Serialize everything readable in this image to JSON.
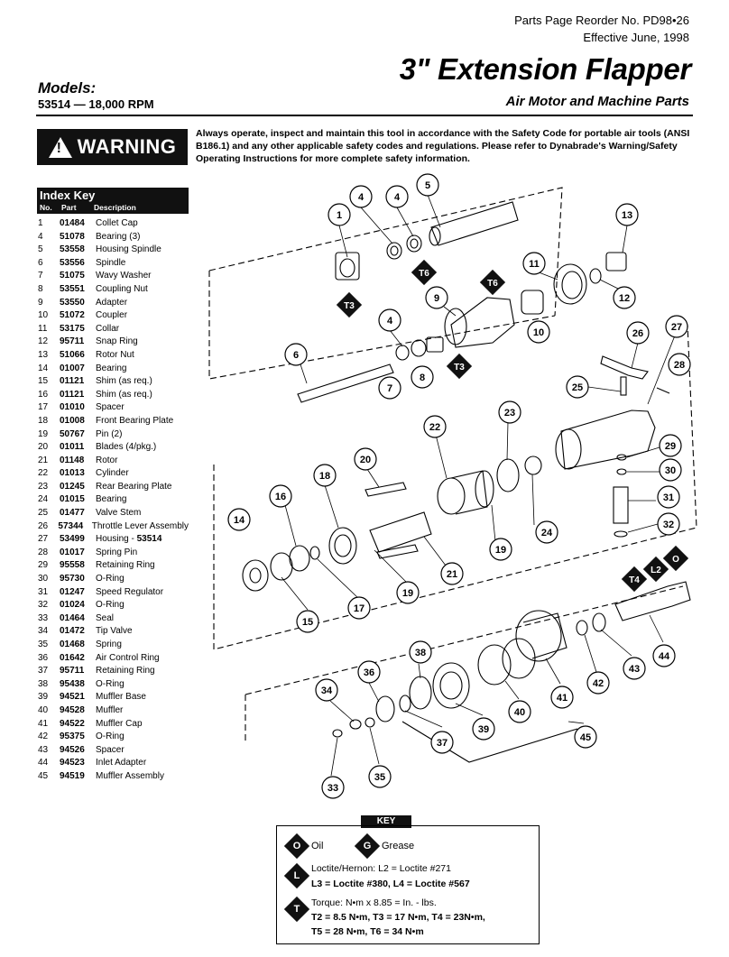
{
  "header": {
    "reorder": "Parts Page Reorder No. PD98•26",
    "effective": "Effective June, 1998",
    "title": "3\" Extension Flapper",
    "subtitle": "Air Motor and Machine Parts",
    "models_label": "Models:",
    "model_line": "53514 — 18,000 RPM"
  },
  "warning": {
    "label": "WARNING",
    "text": "Always operate, inspect and maintain this tool in accordance with the Safety Code for portable air tools (ANSI B186.1) and any other applicable safety codes and regulations.  Please refer to Dynabrade's Warning/Safety Operating Instructions for more complete safety information."
  },
  "index_key": {
    "title": "Index Key",
    "col_no": "No.",
    "col_part": "Part",
    "col_desc": "Description",
    "rows": [
      {
        "no": "1",
        "part": "01484",
        "desc": "Collet Cap"
      },
      {
        "no": "4",
        "part": "51078",
        "desc": "Bearing (3)"
      },
      {
        "no": "5",
        "part": "53558",
        "desc": "Housing Spindle"
      },
      {
        "no": "6",
        "part": "53556",
        "desc": "Spindle"
      },
      {
        "no": "7",
        "part": "51075",
        "desc": "Wavy Washer"
      },
      {
        "no": "8",
        "part": "53551",
        "desc": "Coupling Nut"
      },
      {
        "no": "9",
        "part": "53550",
        "desc": "Adapter"
      },
      {
        "no": "10",
        "part": "51072",
        "desc": "Coupler"
      },
      {
        "no": "11",
        "part": "53175",
        "desc": "Collar"
      },
      {
        "no": "12",
        "part": "95711",
        "desc": "Snap Ring"
      },
      {
        "no": "13",
        "part": "51066",
        "desc": "Rotor Nut"
      },
      {
        "no": "14",
        "part": "01007",
        "desc": "Bearing"
      },
      {
        "no": "15",
        "part": "01121",
        "desc": "Shim (as req.)"
      },
      {
        "no": "16",
        "part": "01121",
        "desc": "Shim (as req.)"
      },
      {
        "no": "17",
        "part": "01010",
        "desc": "Spacer"
      },
      {
        "no": "18",
        "part": "01008",
        "desc": "Front Bearing Plate"
      },
      {
        "no": "19",
        "part": "50767",
        "desc": "Pin (2)"
      },
      {
        "no": "20",
        "part": "01011",
        "desc": "Blades (4/pkg.)"
      },
      {
        "no": "21",
        "part": "01148",
        "desc": "Rotor"
      },
      {
        "no": "22",
        "part": "01013",
        "desc": "Cylinder"
      },
      {
        "no": "23",
        "part": "01245",
        "desc": "Rear Bearing Plate"
      },
      {
        "no": "24",
        "part": "01015",
        "desc": "Bearing"
      },
      {
        "no": "25",
        "part": "01477",
        "desc": "Valve Stem"
      },
      {
        "no": "26",
        "part": "57344",
        "desc": "Throttle Lever Assembly"
      },
      {
        "no": "27",
        "part": "53499",
        "desc": "Housing - ",
        "desc_bold": "53514"
      },
      {
        "no": "28",
        "part": "01017",
        "desc": "Spring Pin"
      },
      {
        "no": "29",
        "part": "95558",
        "desc": "Retaining Ring"
      },
      {
        "no": "30",
        "part": "95730",
        "desc": "O-Ring"
      },
      {
        "no": "31",
        "part": "01247",
        "desc": "Speed Regulator"
      },
      {
        "no": "32",
        "part": "01024",
        "desc": "O-Ring"
      },
      {
        "no": "33",
        "part": "01464",
        "desc": "Seal"
      },
      {
        "no": "34",
        "part": "01472",
        "desc": "Tip Valve"
      },
      {
        "no": "35",
        "part": "01468",
        "desc": "Spring"
      },
      {
        "no": "36",
        "part": "01642",
        "desc": "Air Control Ring"
      },
      {
        "no": "37",
        "part": "95711",
        "desc": "Retaining Ring"
      },
      {
        "no": "38",
        "part": "95438",
        "desc": "O-Ring"
      },
      {
        "no": "39",
        "part": "94521",
        "desc": "Muffler Base"
      },
      {
        "no": "40",
        "part": "94528",
        "desc": "Muffler"
      },
      {
        "no": "41",
        "part": "94522",
        "desc": "Muffler Cap"
      },
      {
        "no": "42",
        "part": "95375",
        "desc": "O-Ring"
      },
      {
        "no": "43",
        "part": "94526",
        "desc": "Spacer"
      },
      {
        "no": "44",
        "part": "94523",
        "desc": "Inlet Adapter"
      },
      {
        "no": "45",
        "part": "94519",
        "desc": "Muffler Assembly"
      }
    ]
  },
  "diagram": {
    "callouts": [
      "1",
      "4",
      "4",
      "5",
      "13",
      "11",
      "12",
      "9",
      "10",
      "4",
      "6",
      "7",
      "8",
      "26",
      "27",
      "28",
      "25",
      "22",
      "23",
      "20",
      "18",
      "16",
      "14",
      "29",
      "30",
      "31",
      "32",
      "24",
      "19",
      "21",
      "19",
      "17",
      "15",
      "38",
      "36",
      "34",
      "37",
      "39",
      "40",
      "41",
      "42",
      "43",
      "44",
      "45",
      "33",
      "35"
    ],
    "diamond_labels": [
      "T3",
      "T6",
      "T6",
      "T3",
      "T4",
      "L2",
      "O"
    ]
  },
  "key": {
    "label": "KEY",
    "oil_symbol": "O",
    "oil": "Oil",
    "grease_symbol": "G",
    "grease": "Grease",
    "loctite_symbol": "L",
    "loctite_line1": "Loctite/Hernon:  L2 = Loctite #271",
    "loctite_line2": "L3 = Loctite #380,   L4 = Loctite  #567",
    "torque_symbol": "T",
    "torque_line1": "Torque:  N•m x 8.85 = In. - lbs.",
    "torque_line2": "T2 = 8.5 N•m,   T3 = 17 N•m,   T4 = 23N•m,",
    "torque_line3": "T5 = 28 N•m,  T6 = 34 N•m"
  }
}
